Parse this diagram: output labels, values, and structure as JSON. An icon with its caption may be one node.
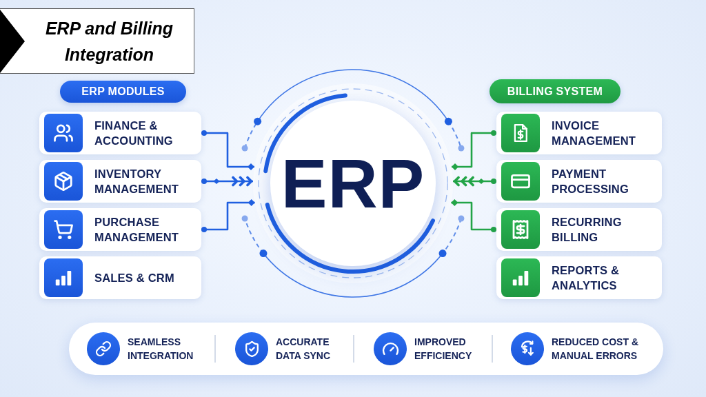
{
  "diagram": {
    "title": "ERP and Billing Integration",
    "nodes": [
      {
        "text": [
          "ERP MODULES"
        ]
      },
      {
        "text": [
          "FINANCE & ACCOUNTING"
        ]
      },
      {
        "text": [
          "INVENTORY MANAGEMENT"
        ]
      },
      {
        "text": [
          "PURCHASE MANAGEMENT"
        ]
      },
      {
        "text": [
          "SALES & CRM"
        ]
      },
      {
        "text": [
          "ERP"
        ]
      },
      {
        "text": [
          "BILLING SYSTEM"
        ]
      },
      {
        "text": [
          "INVOICE MANAGEMENT"
        ]
      },
      {
        "text": [
          "PAYMENT PROCESSING"
        ]
      },
      {
        "text": [
          "RECURRING BILLING"
        ]
      },
      {
        "text": [
          "REPORTS & ANALYTICS"
        ]
      },
      {
        "text": [
          "SEAMLESS INTEGRATION",
          "ACCURATE DATA SYNC",
          "IMPROVED EFFICIENCY",
          "REDUCED COST & MANUAL ERRORS"
        ]
      }
    ],
    "edges": [
      {
        "from": 1,
        "to": 5,
        "arrow": "other"
      },
      {
        "from": 2,
        "to": 5,
        "arrow": "to"
      },
      {
        "from": 3,
        "to": 5,
        "arrow": "other"
      },
      {
        "from": 7,
        "to": 5,
        "arrow": "other",
        "color": "#22a447"
      },
      {
        "from": 8,
        "to": 5,
        "arrow": "to",
        "color": "#22a447"
      },
      {
        "from": 9,
        "to": 5,
        "arrow": "other",
        "color": "#22a447"
      }
    ]
  }
}
